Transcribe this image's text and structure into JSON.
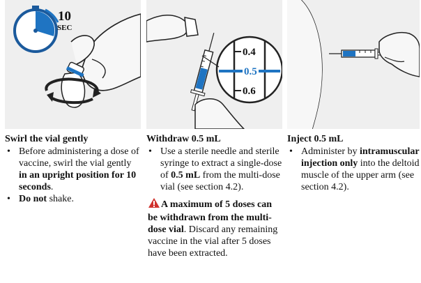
{
  "timer": {
    "number": "10",
    "unit": "SEC"
  },
  "syringe_scale": {
    "top": "0.4",
    "middle": "0.5",
    "bottom": "0.6"
  },
  "colors": {
    "blue": "#1f74c2",
    "dark_blue": "#1b5a9c",
    "warning_red": "#d0312d"
  },
  "panel1": {
    "heading": "Swirl the vial gently",
    "bullet1": {
      "pre": "Before administering a dose of vaccine, swirl the vial gently ",
      "bold": "in an upright position for 10 seconds",
      "post": "."
    },
    "bullet2": {
      "bold": "Do not",
      "post": " shake."
    }
  },
  "panel2": {
    "heading": "Withdraw 0.5 mL",
    "bullet1": {
      "pre": "Use a sterile needle and sterile syringe to extract a single-dose of ",
      "bold": "0.5 mL",
      "post": " from the multi-dose vial (see section 4.2)."
    },
    "warning": {
      "icon": "warning-triangle-icon",
      "bold": "A maximum of 5 doses can be withdrawn from the multi-dose vial",
      "post": ". Discard any remaining vaccine in the vial after 5 doses have been extracted."
    }
  },
  "panel3": {
    "heading": "Inject 0.5 mL",
    "bullet1": {
      "pre": "Administer by ",
      "bold": "intramuscular injection only",
      "post": " into the deltoid muscle of the upper arm (see section 4.2)."
    }
  }
}
